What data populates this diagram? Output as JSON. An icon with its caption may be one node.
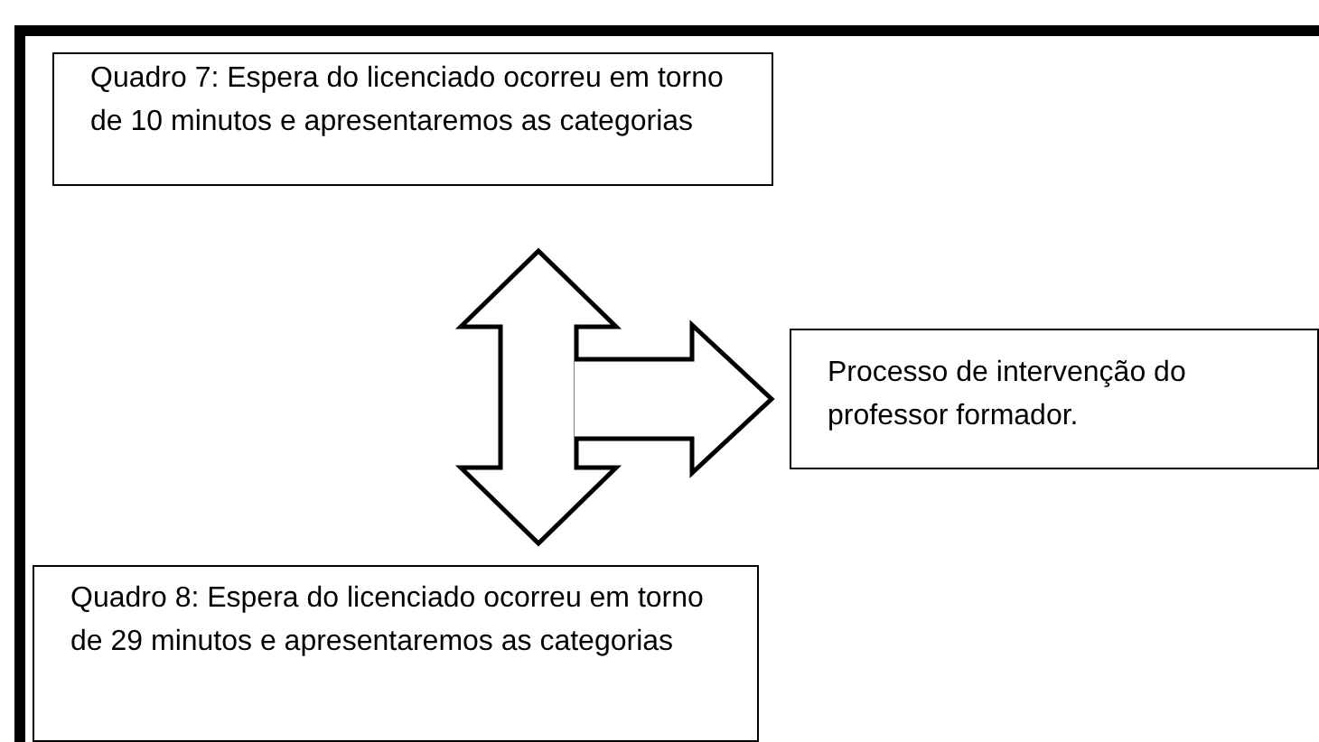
{
  "diagram": {
    "nodes": [
      {
        "text": [
          "Quadro 7: Espera do licenciado ocorreu em torno de 10 minutos e apresentaremos as categorias"
        ]
      },
      {
        "text": [
          "Processo de intervenção do professor formador."
        ]
      },
      {
        "text": [
          "Quadro 8: Espera do licenciado ocorreu em torno de 29 minutos e apresentaremos as categorias"
        ]
      }
    ],
    "edges": [
      {
        "from": 0,
        "to": 2,
        "arrow": "both"
      },
      {
        "from": null,
        "to": 1,
        "arrow": "to"
      }
    ]
  }
}
